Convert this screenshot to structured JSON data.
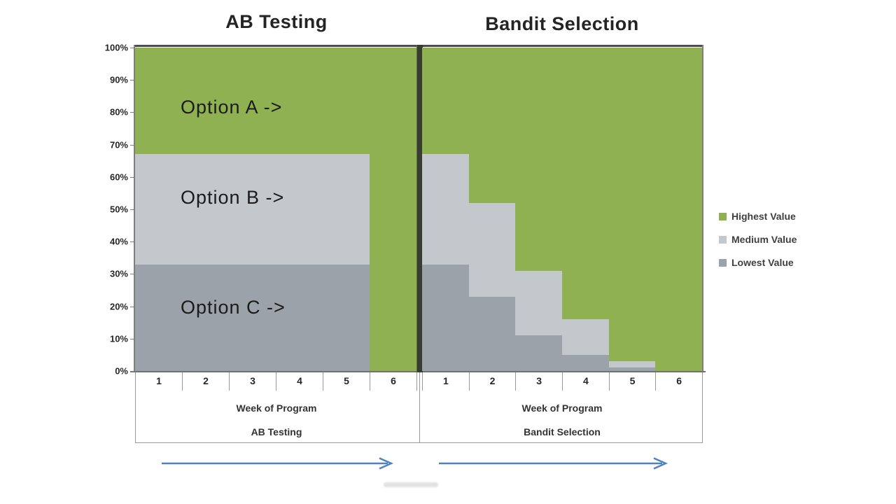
{
  "y_axis": {
    "ticks": [
      "100%",
      "90%",
      "80%",
      "70%",
      "60%",
      "50%",
      "40%",
      "30%",
      "20%",
      "10%",
      "0%"
    ]
  },
  "annotations": [
    {
      "text": "Option A ->"
    },
    {
      "text": "Option B ->"
    },
    {
      "text": "Option C ->"
    }
  ],
  "legend": {
    "items": [
      {
        "label": "Highest Value",
        "color": "#90B151"
      },
      {
        "label": "Medium Value",
        "color": "#C3C8CD"
      },
      {
        "label": "Lowest Value",
        "color": "#9CA2A9"
      }
    ]
  },
  "colors": {
    "highest": "#90B151",
    "medium": "#C3C8CD",
    "lowest": "#9CA2A9",
    "arrow_blue": "#4f81bd"
  },
  "chart_data": [
    {
      "type": "area",
      "title": "AB Testing",
      "x": [
        "1",
        "2",
        "3",
        "4",
        "5",
        "6"
      ],
      "xlabel": "Week of Program",
      "group_label": "AB Testing",
      "ylim": [
        0,
        100
      ],
      "y_unit": "%",
      "series": [
        {
          "name": "Lowest Value",
          "color": "#9CA2A9",
          "values": [
            33,
            33,
            33,
            33,
            33,
            0
          ]
        },
        {
          "name": "Medium Value",
          "color": "#C3C8CD",
          "values": [
            34,
            34,
            34,
            34,
            34,
            0
          ]
        },
        {
          "name": "Highest Value",
          "color": "#90B151",
          "values": [
            33,
            33,
            33,
            33,
            33,
            100
          ]
        }
      ]
    },
    {
      "type": "area",
      "title": "Bandit Selection",
      "x": [
        "1",
        "2",
        "3",
        "4",
        "5",
        "6"
      ],
      "xlabel": "Week of Program",
      "group_label": "Bandit Selection",
      "ylim": [
        0,
        100
      ],
      "y_unit": "%",
      "series": [
        {
          "name": "Lowest Value",
          "color": "#9CA2A9",
          "values": [
            33,
            23,
            11,
            5,
            1,
            0
          ]
        },
        {
          "name": "Medium Value",
          "color": "#C3C8CD",
          "values": [
            34,
            29,
            20,
            11,
            2,
            0
          ]
        },
        {
          "name": "Highest Value",
          "color": "#90B151",
          "values": [
            33,
            48,
            69,
            84,
            97,
            100
          ]
        }
      ]
    }
  ]
}
